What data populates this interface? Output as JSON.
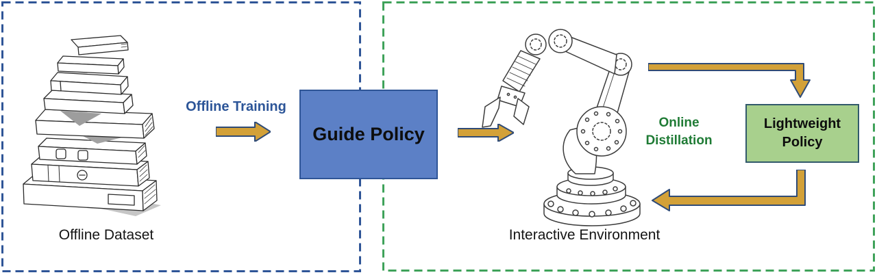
{
  "diagram": {
    "left_region": {
      "name": "offline-region",
      "caption": "Offline Dataset",
      "border_color": "#2F5597",
      "icon": "books-stack-icon"
    },
    "right_region": {
      "name": "online-region",
      "caption": "Interactive Environment",
      "border_color": "#3FA25A",
      "icon": "robot-arm-icon"
    },
    "nodes": {
      "guide_policy": {
        "label": "Guide Policy",
        "fill": "#5C80C6",
        "border": "#2F5597"
      },
      "lightweight_policy": {
        "line1": "Lightweight",
        "line2": "Policy",
        "fill": "#A8D08D",
        "border": "#31596B"
      }
    },
    "edges": {
      "offline_training": {
        "label": "Offline Training",
        "label_color": "#2C5598"
      },
      "online_distillation": {
        "line1": "Online",
        "line2": "Distillation",
        "label_color": "#1F7B35"
      },
      "arrow_fill": "#D3A138",
      "arrow_stroke": "#2F4B77"
    }
  }
}
